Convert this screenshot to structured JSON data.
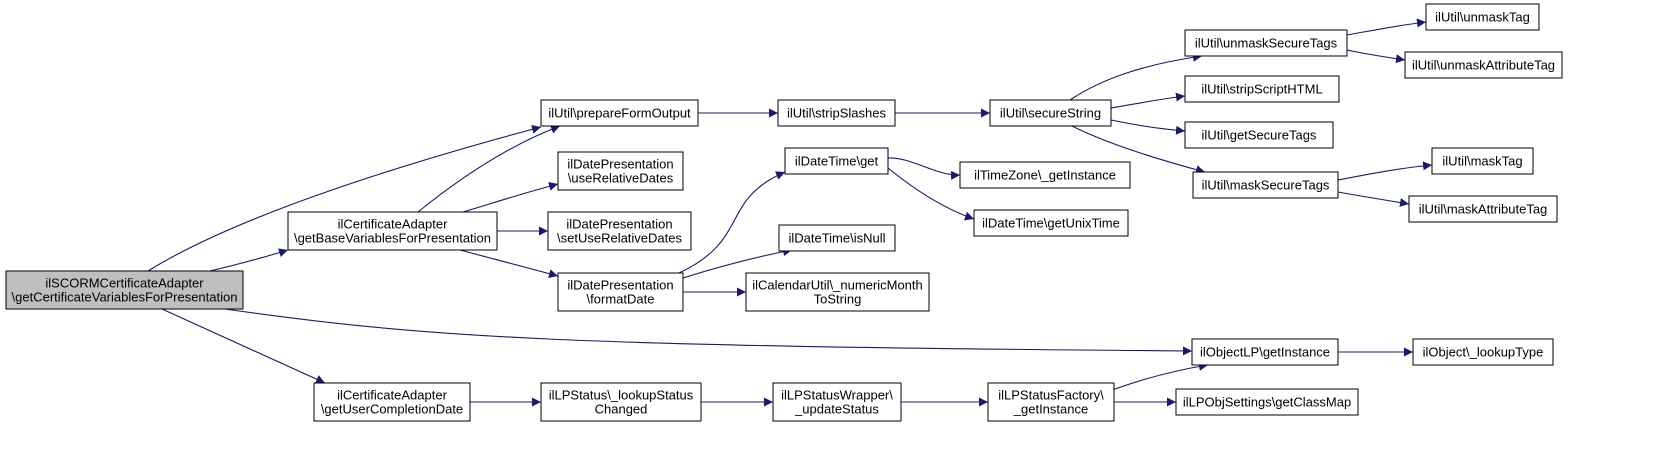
{
  "diagram": {
    "edge_color": "#191970",
    "root_fill": "#bfbfbf",
    "nodes": [
      {
        "id": "root",
        "lines": [
          "ilSCORMCertificateAdapter",
          "\\getCertificateVariablesForPresentation"
        ]
      },
      {
        "id": "baseVars",
        "lines": [
          "ilCertificateAdapter",
          "\\getBaseVariablesForPresentation"
        ]
      },
      {
        "id": "userCompletion",
        "lines": [
          "ilCertificateAdapter",
          "\\getUserCompletionDate"
        ]
      },
      {
        "id": "prepareForm",
        "lines": [
          "ilUtil\\prepareFormOutput"
        ]
      },
      {
        "id": "useRelDates",
        "lines": [
          "ilDatePresentation",
          "\\useRelativeDates"
        ]
      },
      {
        "id": "setUseRelDates",
        "lines": [
          "ilDatePresentation",
          "\\setUseRelativeDates"
        ]
      },
      {
        "id": "formatDate",
        "lines": [
          "ilDatePresentation",
          "\\formatDate"
        ]
      },
      {
        "id": "lookupStatus",
        "lines": [
          "ilLPStatus\\_lookupStatus",
          "Changed"
        ]
      },
      {
        "id": "stripSlashes",
        "lines": [
          "ilUtil\\stripSlashes"
        ]
      },
      {
        "id": "dtGet",
        "lines": [
          "ilDateTime\\get"
        ]
      },
      {
        "id": "dtIsNull",
        "lines": [
          "ilDateTime\\isNull"
        ]
      },
      {
        "id": "calUtil",
        "lines": [
          "ilCalendarUtil\\_numericMonth",
          "ToString"
        ]
      },
      {
        "id": "updateStatus",
        "lines": [
          "ilLPStatusWrapper\\",
          "_updateStatus"
        ]
      },
      {
        "id": "secureString",
        "lines": [
          "ilUtil\\secureString"
        ]
      },
      {
        "id": "tzGet",
        "lines": [
          "ilTimeZone\\_getInstance"
        ]
      },
      {
        "id": "unixTime",
        "lines": [
          "ilDateTime\\getUnixTime"
        ]
      },
      {
        "id": "statusFactory",
        "lines": [
          "ilLPStatusFactory\\",
          "_getInstance"
        ]
      },
      {
        "id": "unmaskSecure",
        "lines": [
          "ilUtil\\unmaskSecureTags"
        ]
      },
      {
        "id": "stripScript",
        "lines": [
          "ilUtil\\stripScriptHTML"
        ]
      },
      {
        "id": "getSecureTags",
        "lines": [
          "ilUtil\\getSecureTags"
        ]
      },
      {
        "id": "maskSecure",
        "lines": [
          "ilUtil\\maskSecureTags"
        ]
      },
      {
        "id": "objLP",
        "lines": [
          "ilObjectLP\\getInstance"
        ]
      },
      {
        "id": "classMap",
        "lines": [
          "ilLPObjSettings\\getClassMap"
        ]
      },
      {
        "id": "unmaskTag",
        "lines": [
          "ilUtil\\unmaskTag"
        ]
      },
      {
        "id": "unmaskAttr",
        "lines": [
          "ilUtil\\unmaskAttributeTag"
        ]
      },
      {
        "id": "maskTag",
        "lines": [
          "ilUtil\\maskTag"
        ]
      },
      {
        "id": "maskAttr",
        "lines": [
          "ilUtil\\maskAttributeTag"
        ]
      },
      {
        "id": "lookupType",
        "lines": [
          "ilObject\\_lookupType"
        ]
      }
    ],
    "edges": [
      {
        "from": "root",
        "to": "prepareForm"
      },
      {
        "from": "root",
        "to": "baseVars"
      },
      {
        "from": "root",
        "to": "objLP"
      },
      {
        "from": "root",
        "to": "userCompletion"
      },
      {
        "from": "baseVars",
        "to": "prepareForm"
      },
      {
        "from": "baseVars",
        "to": "useRelDates"
      },
      {
        "from": "baseVars",
        "to": "setUseRelDates"
      },
      {
        "from": "baseVars",
        "to": "formatDate"
      },
      {
        "from": "prepareForm",
        "to": "stripSlashes"
      },
      {
        "from": "stripSlashes",
        "to": "secureString"
      },
      {
        "from": "secureString",
        "to": "unmaskSecure"
      },
      {
        "from": "secureString",
        "to": "stripScript"
      },
      {
        "from": "secureString",
        "to": "getSecureTags"
      },
      {
        "from": "secureString",
        "to": "maskSecure"
      },
      {
        "from": "unmaskSecure",
        "to": "unmaskTag"
      },
      {
        "from": "unmaskSecure",
        "to": "unmaskAttr"
      },
      {
        "from": "maskSecure",
        "to": "maskTag"
      },
      {
        "from": "maskSecure",
        "to": "maskAttr"
      },
      {
        "from": "formatDate",
        "to": "dtGet"
      },
      {
        "from": "formatDate",
        "to": "dtIsNull"
      },
      {
        "from": "formatDate",
        "to": "calUtil"
      },
      {
        "from": "dtGet",
        "to": "tzGet"
      },
      {
        "from": "dtGet",
        "to": "unixTime"
      },
      {
        "from": "userCompletion",
        "to": "lookupStatus"
      },
      {
        "from": "lookupStatus",
        "to": "updateStatus"
      },
      {
        "from": "updateStatus",
        "to": "statusFactory"
      },
      {
        "from": "statusFactory",
        "to": "objLP"
      },
      {
        "from": "statusFactory",
        "to": "classMap"
      },
      {
        "from": "objLP",
        "to": "lookupType"
      }
    ]
  }
}
